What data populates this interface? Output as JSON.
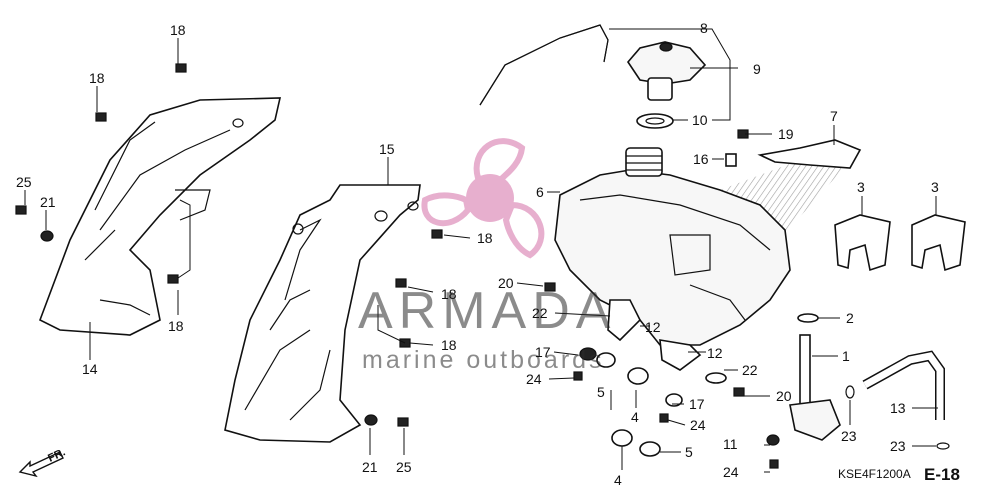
{
  "callouts": {
    "n1": "1",
    "n2": "2",
    "n3a": "3",
    "n3b": "3",
    "n4a": "4",
    "n4b": "4",
    "n5a": "5",
    "n5b": "5",
    "n6": "6",
    "n7": "7",
    "n8": "8",
    "n9": "9",
    "n10": "10",
    "n11": "11",
    "n12a": "12",
    "n12b": "12",
    "n13": "13",
    "n14": "14",
    "n15": "15",
    "n16": "16",
    "n17a": "17",
    "n17b": "17",
    "n18a": "18",
    "n18b": "18",
    "n18c": "18",
    "n18d": "18",
    "n18e": "18",
    "n18f": "18",
    "n19": "19",
    "n20a": "20",
    "n20b": "20",
    "n21a": "21",
    "n21b": "21",
    "n22a": "22",
    "n22b": "22",
    "n23a": "23",
    "n23b": "23",
    "n24a": "24",
    "n24b": "24",
    "n24c": "24",
    "n25a": "25",
    "n25b": "25"
  },
  "watermark": {
    "brand": "ARMADA",
    "tagline": "marine outboards",
    "logo_color": "#e3a2c6"
  },
  "footer": {
    "front_label": "FR.",
    "diagram_code": "KSE4F1200A",
    "page_ref": "E-18"
  }
}
